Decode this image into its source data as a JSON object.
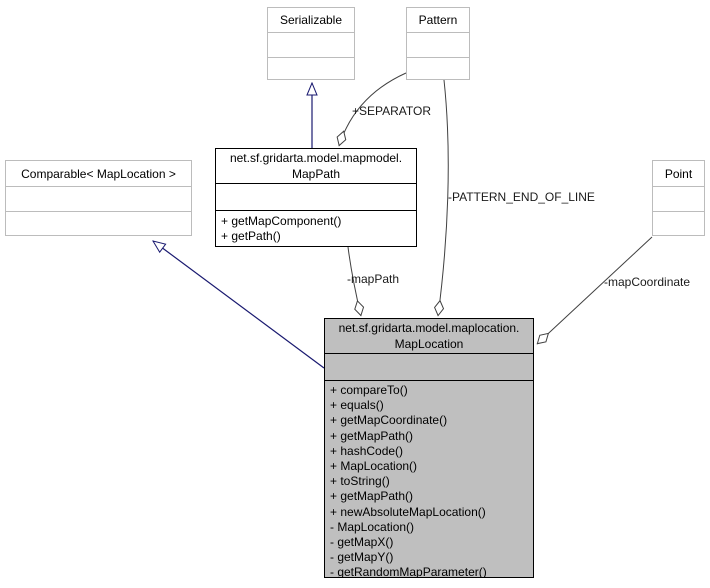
{
  "diagram": {
    "type": "uml-collaboration-diagram",
    "classes": {
      "serializable": {
        "name": "Serializable"
      },
      "pattern": {
        "name": "Pattern"
      },
      "comparable": {
        "name": "Comparable< MapLocation >"
      },
      "point": {
        "name": "Point"
      },
      "mappath": {
        "name_line1": "net.sf.gridarta.model.mapmodel.",
        "name_line2": "MapPath",
        "methods": [
          "+ getMapComponent()",
          "+ getPath()"
        ]
      },
      "maplocation": {
        "name_line1": "net.sf.gridarta.model.maplocation.",
        "name_line2": "MapLocation",
        "methods": [
          "+ compareTo()",
          "+ equals()",
          "+ getMapCoordinate()",
          "+ getMapPath()",
          "+ hashCode()",
          "+ MapLocation()",
          "+ toString()",
          "+ getMapPath()",
          "+ newAbsoluteMapLocation()",
          "- MapLocation()",
          "- getMapX()",
          "- getMapY()",
          "- getRandomMapParameter()"
        ]
      }
    },
    "edge_labels": {
      "separator": "+SEPARATOR",
      "pattern_end_of_line": "-PATTERN_END_OF_LINE",
      "map_path": "-mapPath",
      "map_coordinate": "-mapCoordinate"
    },
    "colors": {
      "highlight_fill": "#bfbfbf",
      "inheritance_edge": "#191970",
      "aggregation_edge": "#404040",
      "light_border": "#bcbcbc",
      "dark_border": "#000000"
    }
  }
}
